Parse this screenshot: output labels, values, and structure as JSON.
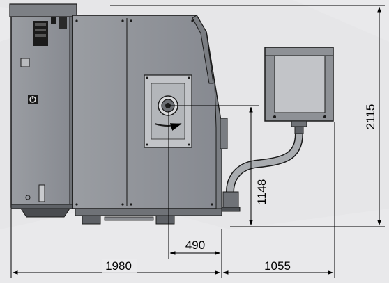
{
  "diagram": {
    "dimensions": {
      "overall_width": "1980",
      "axis_offset": "490",
      "unit_extension": "1055",
      "height_total": "2115",
      "height_axis": "1148"
    },
    "colors": {
      "background": "#e6e6e8",
      "cabinet_body": "#8e9196",
      "cabinet_dark": "#6f7277",
      "panel_light": "#c2c4c8",
      "outline": "#1a1a1a",
      "dimension_line": "#000000"
    }
  }
}
